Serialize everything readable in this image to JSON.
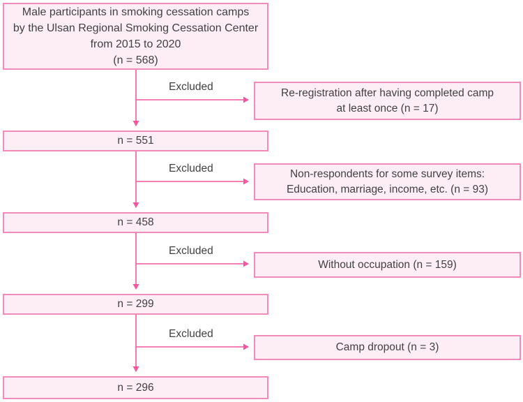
{
  "colors": {
    "box_border": "#f18bb9",
    "box_fill": "#fdeef6",
    "arrow": "#f2579f",
    "text": "#414042",
    "bg": "#ffffff"
  },
  "flow": {
    "start": {
      "lines": [
        "Male participants in smoking cessation camps",
        "by the Ulsan Regional Smoking Cessation Center",
        "from 2015 to 2020",
        "(n = 568)"
      ]
    },
    "steps": [
      {
        "label": "n = 551"
      },
      {
        "label": "n = 458"
      },
      {
        "label": "n = 299"
      },
      {
        "label": "n = 296"
      }
    ],
    "exclusions": [
      {
        "label": "Excluded",
        "lines": [
          "Re-registration after having completed camp",
          "at least once (n = 17)"
        ]
      },
      {
        "label": "Excluded",
        "lines": [
          "Non-respondents for some survey items:",
          "Education, marriage, income, etc. (n = 93)"
        ]
      },
      {
        "label": "Excluded",
        "lines": [
          "Without occupation (n = 159)"
        ]
      },
      {
        "label": "Excluded",
        "lines": [
          "Camp dropout (n = 3)"
        ]
      }
    ]
  }
}
